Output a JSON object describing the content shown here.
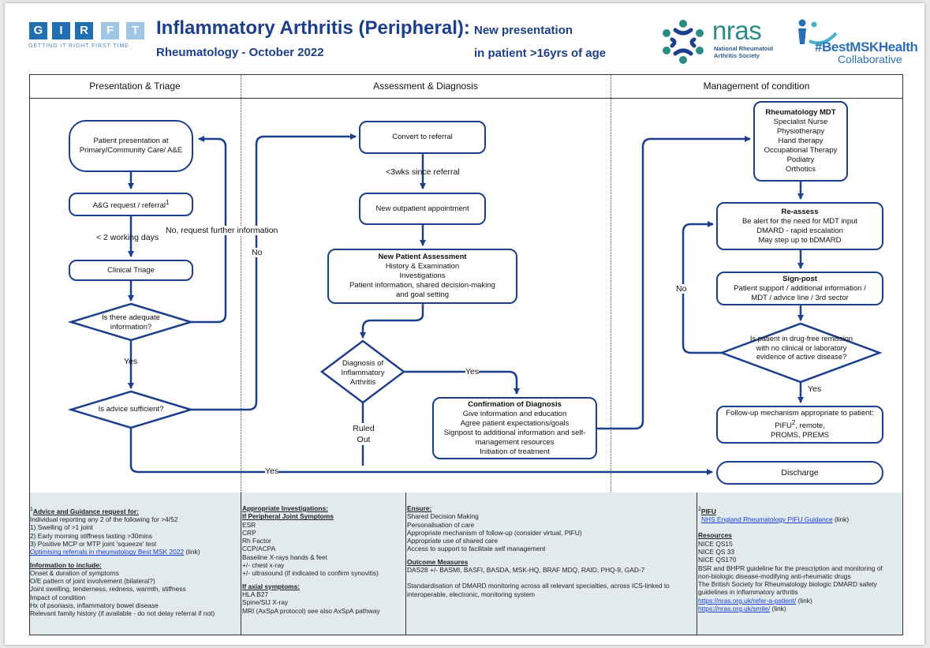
{
  "header": {
    "logo_letters": [
      "G",
      "I",
      "R",
      "F",
      "T"
    ],
    "logo_tagline": "GETTING IT RIGHT FIRST TIME",
    "title": "Inflammatory Arthritis (Peripheral):",
    "title_suffix": "New presentation",
    "subtitle_left": "Rheumatology - October 2022",
    "subtitle_right": "in patient >16yrs of age",
    "nras_logo": "nras",
    "nras_name_l1": "National Rheumatoid",
    "nras_name_l2": "Arthritis Society",
    "msk_logo_l1": "#BestMSKHealth",
    "msk_logo_l2": "Collaborative",
    "colors": {
      "accent": "#1c3f8c",
      "girft_blue": "#1f6fb1",
      "nras_teal": "#2a8c86",
      "footer_bg": "#e2eaee"
    }
  },
  "columns": [
    "Presentation & Triage",
    "Assessment & Diagnosis",
    "Management of condition"
  ],
  "triage": {
    "presentation": "Patient presentation at Primary/Community Care/ A&E",
    "ag_request": "A&G request / referral",
    "ag_sup": "1",
    "two_days": "< 2 working days",
    "clinical_triage": "Clinical Triage",
    "adequate_q": "Is there adequate information?",
    "no_request": "No, request further information",
    "yes1": "Yes",
    "advice_q": "Is advice sufficient?",
    "no2": "No",
    "yes_discharge": "Yes"
  },
  "assessment": {
    "convert": "Convert to referral",
    "three_wks": "<3wks since referral",
    "new_outpatient": "New outpatient appointment",
    "npa_title": "New Patient Assessment",
    "npa_l1": "History & Examination",
    "npa_l2": "Investigations",
    "npa_l3": "Patient information, shared decision-making",
    "npa_l4": "and goal setting",
    "diagnosis_q": "Diagnosis of Inflammatory Arthritis",
    "yes": "Yes",
    "ruled_out": "Ruled Out",
    "confirm_title": "Confirmation of Diagnosis",
    "confirm_l1": "Give information and education",
    "confirm_l2": "Agree patient expectations/goals",
    "confirm_l3": "Signpost to additional information and self-",
    "confirm_l4": "management resources",
    "confirm_l5": "Initiation of treatment"
  },
  "management": {
    "mdt_title": "Rheumatology MDT",
    "mdt_items": [
      "Specialist Nurse",
      "Physiotherapy",
      "Hand therapy",
      "Occupational Therapy",
      "Podiatry",
      "Orthotics"
    ],
    "reassess_title": "Re-assess",
    "reassess_l1": "Be alert for the need for MDT input",
    "reassess_l2": "DMARD - rapid escalation",
    "reassess_l3": "May step up to bDMARD",
    "signpost_title": "Sign-post",
    "signpost_l1": "Patient support / additional information /",
    "signpost_l2": "MDT / advice line / 3rd sector",
    "remission_q": "Is patient in drug-free remission with no clinical or laboratory evidence of active disease?",
    "no": "No",
    "yes": "Yes",
    "followup_l1": "Follow-up mechanism appropriate to patient:",
    "followup_l2a": "PIFU",
    "followup_sup": "2",
    "followup_l2b": ", remote,",
    "followup_l3": "PROMS, PREMS",
    "discharge": "Discharge"
  },
  "footer": {
    "col1": {
      "sup": "1",
      "heading": "Advice and Guidance request for:",
      "lines": [
        "Individual reporting any 2 of the following for >4/52",
        "1) Swelling of >1 joint",
        "2) Early morning stiffness lasting >30mins",
        "3) Positive MCP or MTP joint 'squeeze' test"
      ],
      "link": "Optimising referrals in rheumatology Best MSK 2022",
      "link_suffix": " (link)",
      "heading2": "Information to include:",
      "lines2": [
        "Onset & duration of symptoms",
        "O/E pattern of joint involvement (bilateral?)",
        "Joint swelling, tenderness, redness, warmth, stiffness",
        "Impact of condition",
        "Hx of psoriasis, inflammatory bowel disease",
        "Relevant family history (if available - do not delay referral if not)"
      ]
    },
    "col2": {
      "heading": "Appropriate Investigations:",
      "sub1": "If Peripheral Joint Symptoms",
      "lines1": [
        "ESR",
        "CRP",
        "Rh Factor",
        "CCP/ACPA",
        "Baseline X-rays hands & feet",
        "+/- chest x-ray",
        "+/- ultrasound (if indicated to confirm synovitis)"
      ],
      "sub2": "If axial symptoms:",
      "lines2": [
        "HLA B27",
        "Spine/SIJ X-ray",
        "MRI (AxSpA protocol) see also AxSpA pathway"
      ]
    },
    "col3": {
      "heading": "Ensure:",
      "lines1": [
        "Shared Decision Making",
        "Personalisation of care",
        "Appropriate mechanism of follow-up (consider virtual, PIFU)",
        "Appropriate use of shared care",
        "Access to support to facilitate self management"
      ],
      "heading2": "Outcome Measures",
      "line2": "DAS28 +/- BASMI, BASFI, BASDA, MSK-HQ, BRAF MDQ, RAID, PHQ-9, GAD-7",
      "line3a": "Standardisation of DMARD monitoring across all relevant specialties, across ICS-linked to",
      "line3b": "interoperable, electronic, monitoring system"
    },
    "col4": {
      "sup": "2",
      "heading": "PIFU",
      "link1": "NHS England Rheumatology PIFU Guidance",
      "link1_suffix": " (link)",
      "heading2": "Resources",
      "lines": [
        "NICE QS15",
        "NICE QS 33",
        "NICE QS170",
        "BSR and BHPR guideline for the prescription and monitoring of",
        "non-biologic disease-modifying anti-rheumatic drugs",
        "The British Society for Rheumatology biologic DMARD safety",
        "guidelines in inflammatory arthritis"
      ],
      "link2": "https://nras.org.uk/refer-a-patient/",
      "link3": "https://nras.org.uk/smile/",
      "link_suffix": " (link)"
    }
  }
}
